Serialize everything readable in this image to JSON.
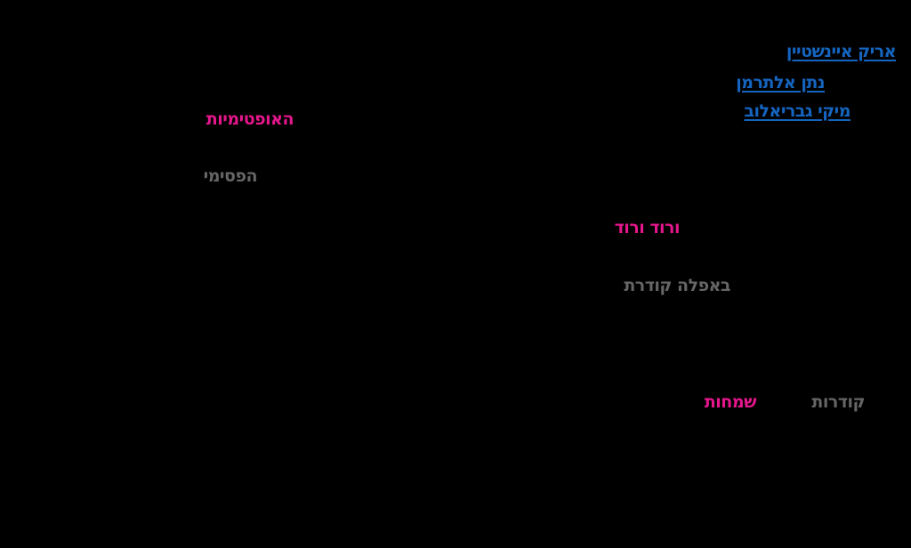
{
  "colors": {
    "background": "#000000",
    "link": "#1565c0",
    "accent": "#e6168c",
    "secondary": "#666666"
  },
  "links": [
    {
      "label": "אריק איינשטיין"
    },
    {
      "label": "נתן אלתרמן"
    },
    {
      "label": "מיקי גבריאלוב"
    }
  ],
  "sections": [
    {
      "title": "האופטימיות",
      "subtitle": "הפסימי"
    },
    {
      "title": "ורוד ורוד",
      "subtitle": "באפלה קודרת"
    },
    {
      "title": "שמחות",
      "subtitle": "קודרות"
    }
  ]
}
